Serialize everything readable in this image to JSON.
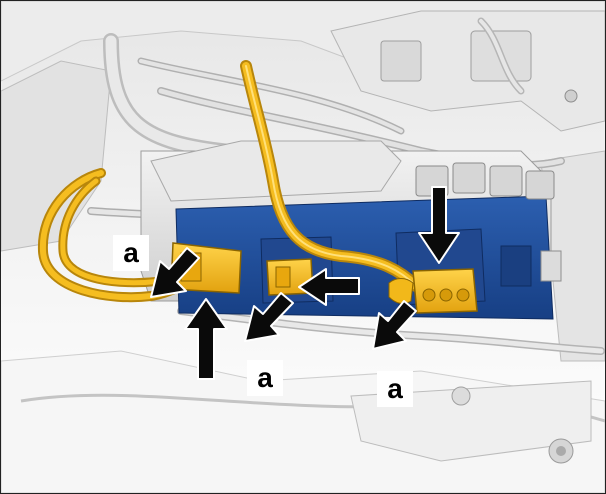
{
  "figure": {
    "callouts": [
      {
        "label": "a"
      },
      {
        "label": "a"
      },
      {
        "label": "a"
      }
    ],
    "colors": {
      "cable_yellow": "#f2b81a",
      "cable_yellow_dark": "#b8860b",
      "module_blue": "#1f4e9c",
      "housing_gray": "#d8d8d8",
      "arrow": "#0a0a0a"
    },
    "components": [
      "wiring-harness",
      "yellow-cable",
      "blue-control-module",
      "connector-left",
      "connector-middle",
      "connector-right",
      "fuse-connectors"
    ]
  }
}
